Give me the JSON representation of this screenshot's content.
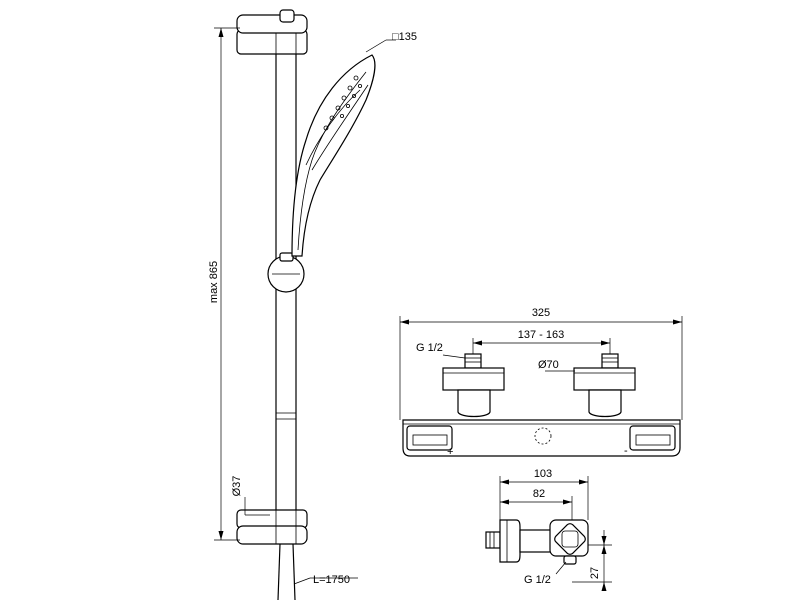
{
  "dimensions": {
    "head_size": "□135",
    "rail_height": "max 865",
    "rail_diameter": "Ø37",
    "hose_length": "L=1750",
    "mixer_width": "325",
    "inlet_centres": "137 - 163",
    "inlet_thread_front": "G 1/2",
    "escutcheon_diameter": "Ø70",
    "side_depth_total": "103",
    "side_depth_body": "82",
    "inlet_thread_side": "G 1/2",
    "outlet_offset": "27"
  }
}
